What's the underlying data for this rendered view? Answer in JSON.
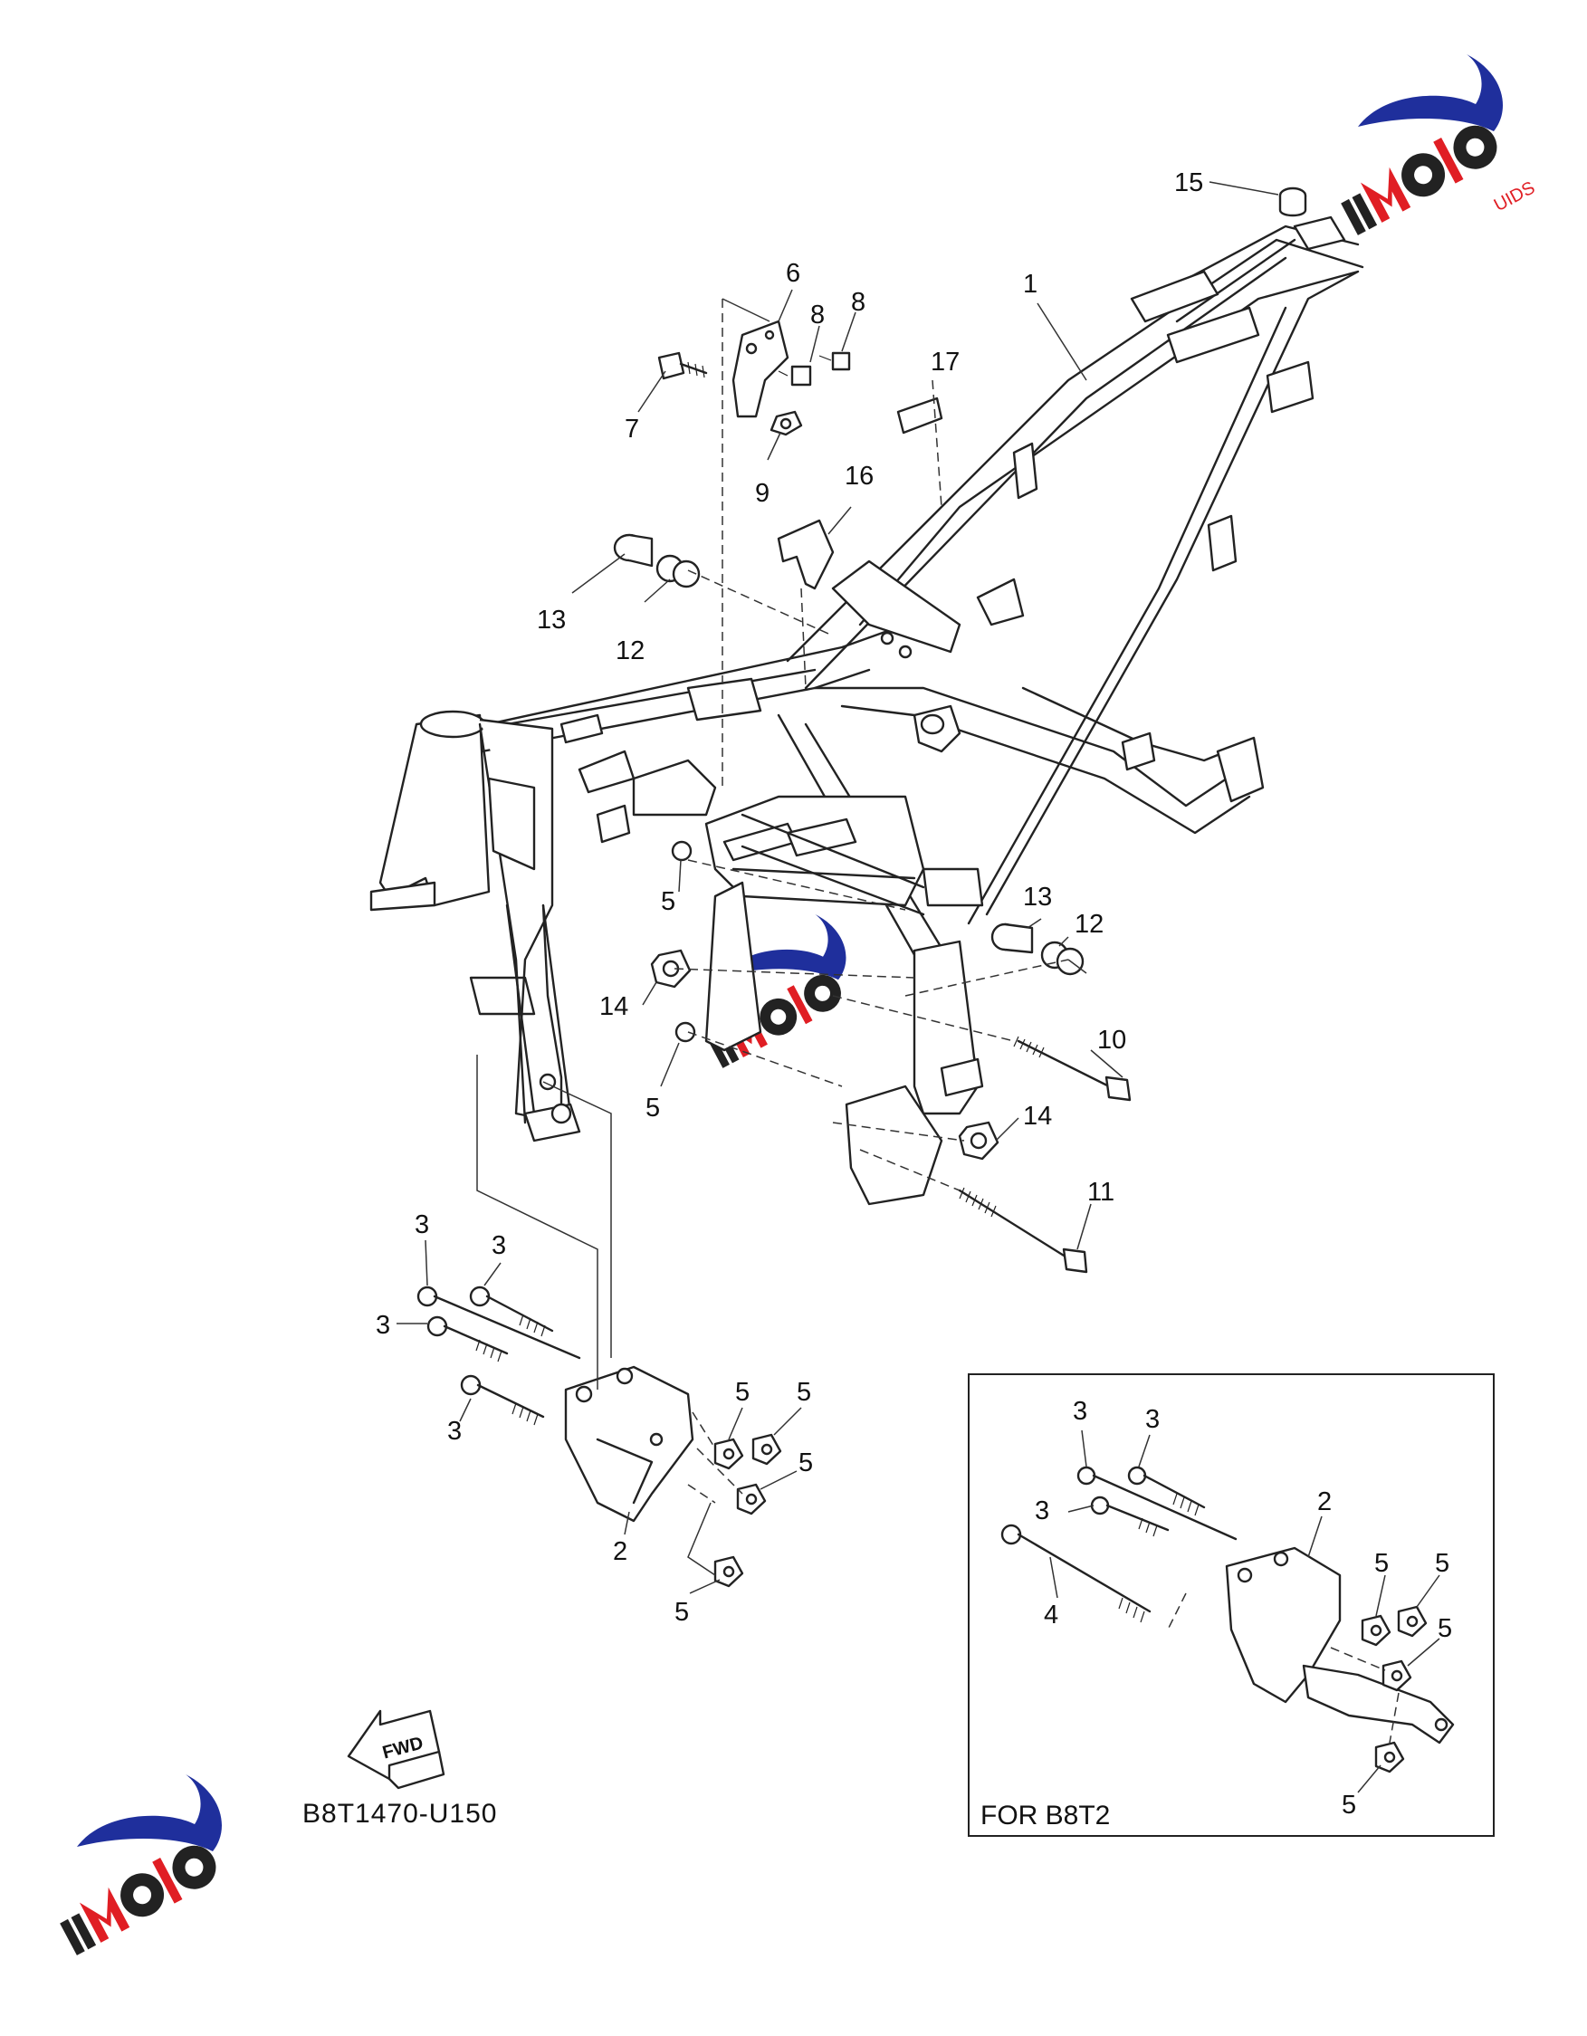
{
  "diagram": {
    "part_code": "B8T1470-U150",
    "fwd_label": "FWD",
    "variant_box_label": "FOR B8T2",
    "callouts": {
      "c15": "15",
      "c1": "1",
      "c6": "6",
      "c8a": "8",
      "c8b": "8",
      "c17": "17",
      "c7": "7",
      "c9": "9",
      "c16": "16",
      "c13a": "13",
      "c12a": "12",
      "c5a": "5",
      "c13b": "13",
      "c12b": "12",
      "c14a": "14",
      "c5b": "5",
      "c10": "10",
      "c14b": "14",
      "c11": "11",
      "c3a": "3",
      "c3b": "3",
      "c3c": "3",
      "c3d": "3",
      "c5c": "5",
      "c5d": "5",
      "c5e": "5",
      "c5f": "5",
      "c2": "2",
      "i3a": "3",
      "i3b": "3",
      "i3c": "3",
      "i2": "2",
      "i4": "4",
      "i5a": "5",
      "i5b": "5",
      "i5c": "5",
      "i5d": "5"
    }
  },
  "watermark": {
    "text_main": "MOTO",
    "text_sub": "UIDS",
    "colors": {
      "red": "#e01e24",
      "blue": "#1f2f9c",
      "dark": "#222222"
    }
  }
}
